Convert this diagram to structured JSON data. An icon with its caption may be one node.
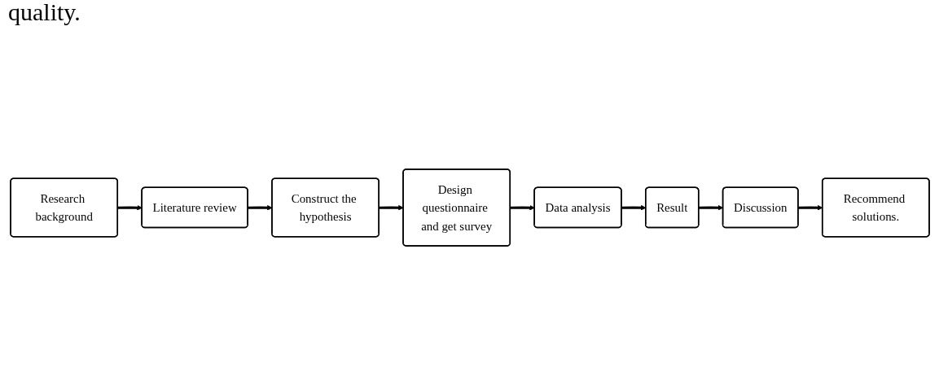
{
  "diagram": {
    "nodes": [
      {
        "text": [
          "Research background"
        ]
      },
      {
        "text": [
          "Literature review"
        ]
      },
      {
        "text": [
          "Construct the hypothesis"
        ]
      },
      {
        "text": [
          "Design questionnaire and get survey"
        ]
      },
      {
        "text": [
          "Data analysis"
        ]
      },
      {
        "text": [
          "Result"
        ]
      },
      {
        "text": [
          "Discussion"
        ]
      },
      {
        "text": [
          "Recommend solutions."
        ]
      }
    ],
    "edges": [
      {
        "from": 0,
        "to": 1,
        "arrow": "to"
      },
      {
        "from": 1,
        "to": 2,
        "arrow": "to"
      },
      {
        "from": 2,
        "to": 3,
        "arrow": "to"
      },
      {
        "from": 3,
        "to": 4,
        "arrow": "to"
      },
      {
        "from": 4,
        "to": 5,
        "arrow": "to"
      },
      {
        "from": 5,
        "to": 6,
        "arrow": "to"
      },
      {
        "from": 6,
        "to": 7,
        "arrow": "to"
      }
    ],
    "labels": [
      "quality."
    ]
  }
}
